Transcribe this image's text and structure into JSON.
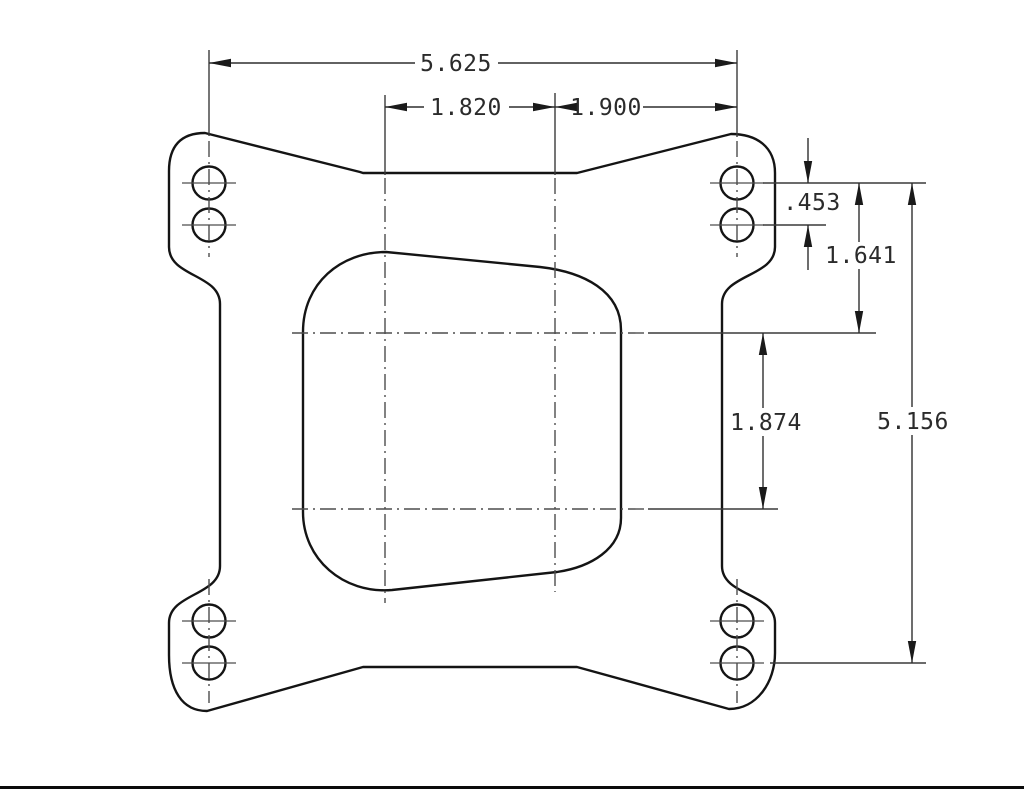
{
  "drawing": {
    "kind": "technical-drawing",
    "view": "carburetor mounting flange, top view",
    "dim_labels": {
      "top_overall": "5.625",
      "top_left": "1.820",
      "top_right": "1.900",
      "hole_gap": ".453",
      "upper_right": "1.641",
      "bore_vertical": "1.874",
      "right_overall": "5.156"
    },
    "colors": {
      "background": "#ffffff",
      "outline": "#141414",
      "dimension": "#2f2f2f",
      "centerline": "#4d4d4d",
      "bottom_border": "#0a0a0a"
    }
  }
}
